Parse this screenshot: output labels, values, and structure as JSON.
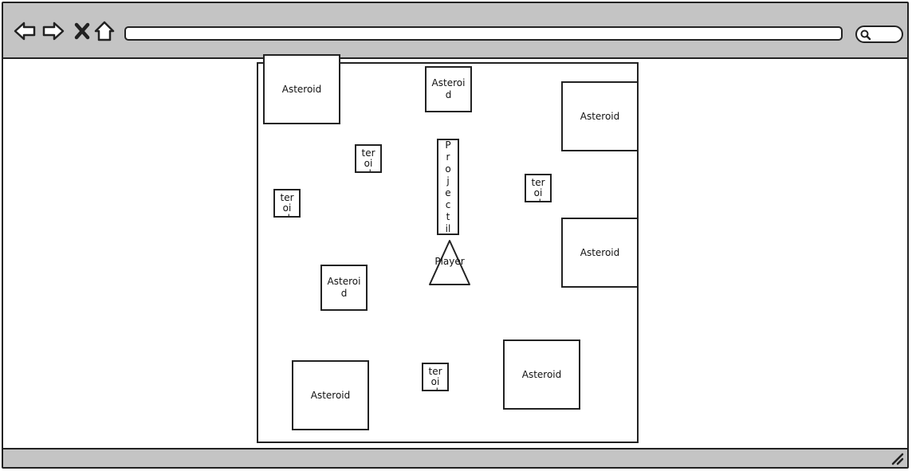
{
  "browser": {
    "back_icon": "arrow-left-icon",
    "forward_icon": "arrow-right-icon",
    "stop_icon": "close-icon",
    "home_icon": "home-icon",
    "url": "",
    "search_icon": "search-icon"
  },
  "game": {
    "asteroids": [
      {
        "label": "Asteroid"
      },
      {
        "label": "Asteroi d"
      },
      {
        "label": "Asteroid"
      },
      {
        "label": "As ter oid"
      },
      {
        "label": "As ter oid"
      },
      {
        "label": "As ter oid"
      },
      {
        "label": "Asteroid"
      },
      {
        "label": "Asteroi d"
      },
      {
        "label": "Asteroid"
      },
      {
        "label": "As ter oid"
      },
      {
        "label": "Asteroid"
      }
    ],
    "projectile": {
      "label": "P ro je ct il"
    },
    "player": {
      "label": "Player"
    }
  }
}
